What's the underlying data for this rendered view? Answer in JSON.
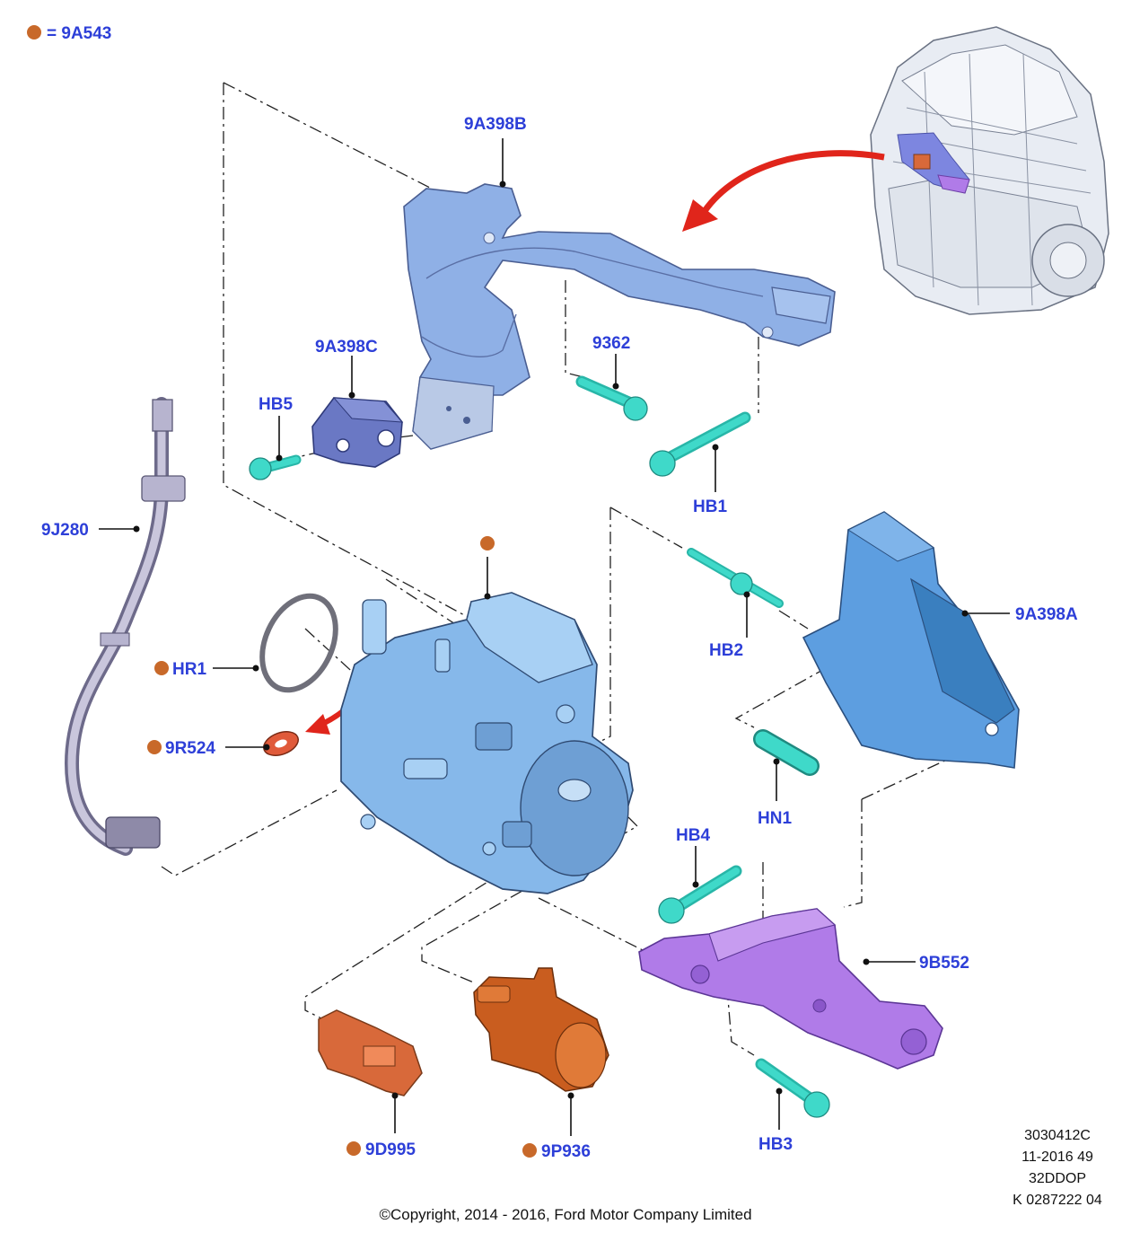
{
  "legend": {
    "marker_color": "#c8692a",
    "text": "= 9A543"
  },
  "parts": {
    "p9A398B": "9A398B",
    "p9A398C": "9A398C",
    "p9362": "9362",
    "pHB5": "HB5",
    "pHB1": "HB1",
    "p9J280": "9J280",
    "pHR1": "HR1",
    "p9R524": "9R524",
    "pHB2": "HB2",
    "p9A398A": "9A398A",
    "pHN1": "HN1",
    "pHB4": "HB4",
    "p9B552": "9B552",
    "pHB3": "HB3",
    "p9D995": "9D995",
    "p9P936": "9P936"
  },
  "reference": {
    "line1": "3030412C",
    "line2": "11-2016 49",
    "line3": "32DDOP",
    "line4": "K 0287222 04"
  },
  "copyright": "©Copyright, 2014 - 2016, Ford Motor Company Limited",
  "colors": {
    "label_blue": "#2d3fd8",
    "marker_orange": "#c8692a",
    "bracket_blue": "#8fb0e6",
    "pump_blue": "#86b8ea",
    "shield_blue": "#5d9ee0",
    "bolt_cyan": "#3fd9c9",
    "support_purple": "#b07be8",
    "sensor_orange": "#d8693a",
    "arrow_red": "#e0251b"
  }
}
